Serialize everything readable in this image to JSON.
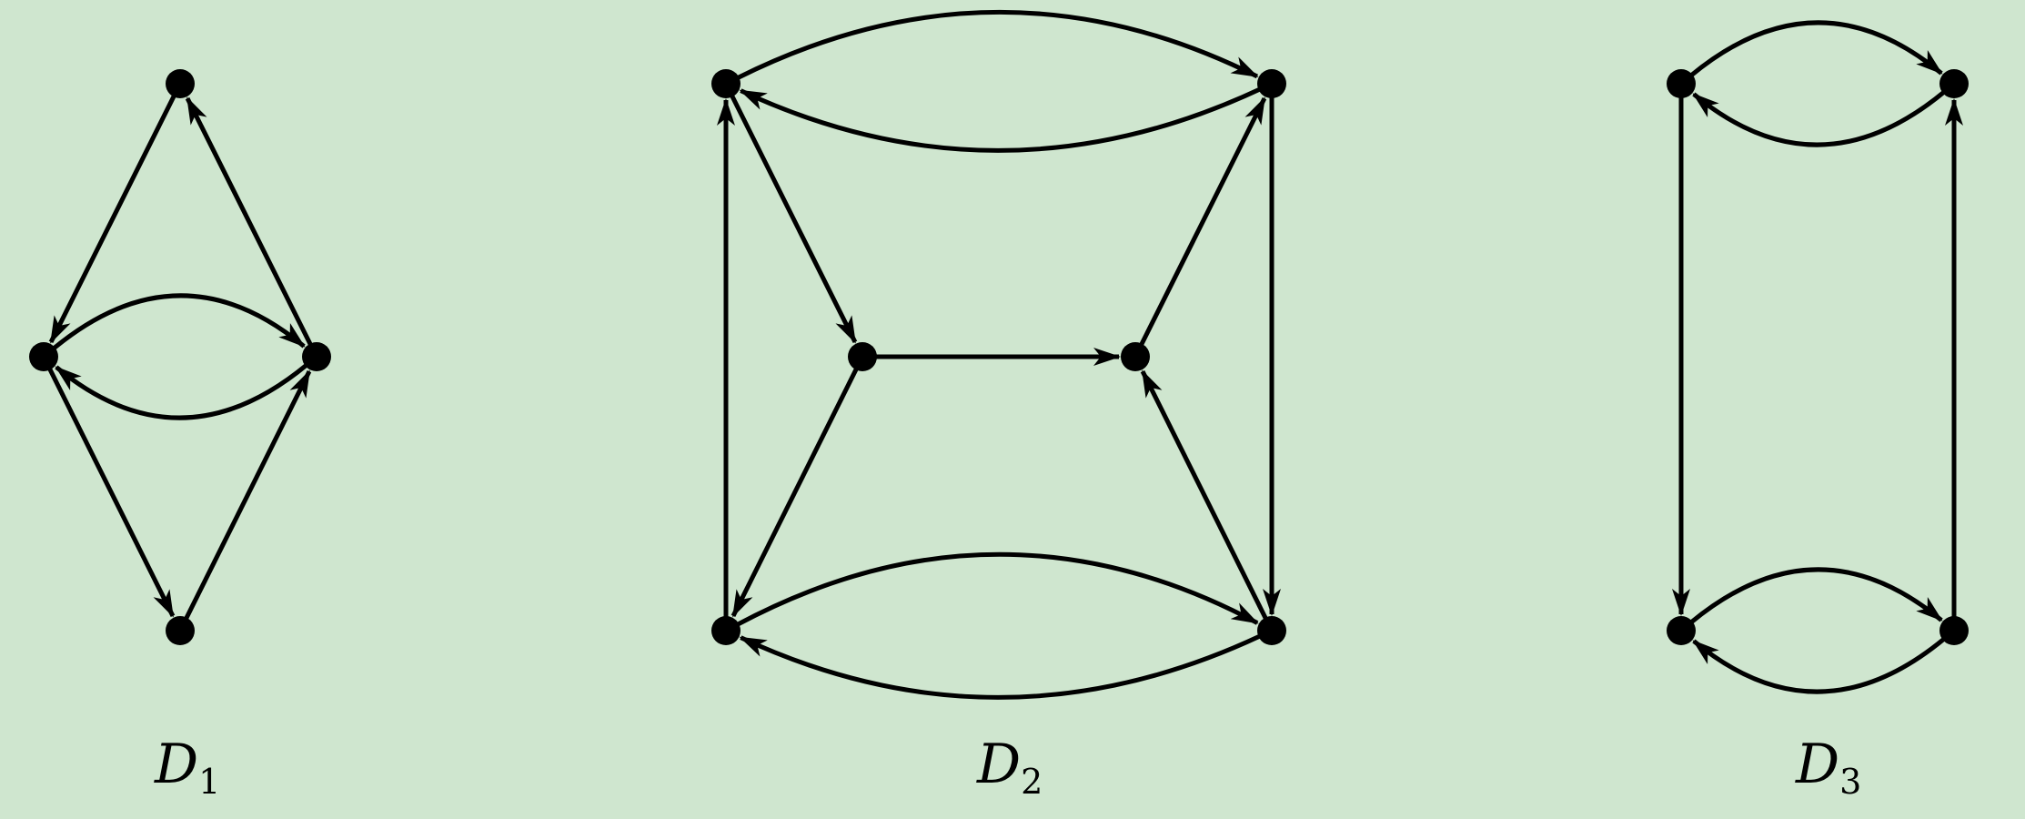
{
  "diagrams": [
    {
      "label": "D",
      "subscript": "1",
      "nodes": [
        "top",
        "left",
        "right",
        "bottom"
      ],
      "edges": [
        {
          "from": "top",
          "to": "left"
        },
        {
          "from": "right",
          "to": "top"
        },
        {
          "from": "left",
          "to": "right"
        },
        {
          "from": "right",
          "to": "left"
        },
        {
          "from": "left",
          "to": "bottom"
        },
        {
          "from": "bottom",
          "to": "right"
        }
      ]
    },
    {
      "label": "D",
      "subscript": "2",
      "nodes": [
        "top-left",
        "top-right",
        "mid-left",
        "mid-right",
        "bottom-left",
        "bottom-right"
      ],
      "edges": [
        {
          "from": "top-left",
          "to": "top-right"
        },
        {
          "from": "top-right",
          "to": "top-left"
        },
        {
          "from": "bottom-left",
          "to": "top-left"
        },
        {
          "from": "top-left",
          "to": "mid-left"
        },
        {
          "from": "mid-left",
          "to": "mid-right"
        },
        {
          "from": "mid-right",
          "to": "top-right"
        },
        {
          "from": "top-right",
          "to": "bottom-right"
        },
        {
          "from": "mid-left",
          "to": "bottom-left"
        },
        {
          "from": "bottom-right",
          "to": "mid-right"
        },
        {
          "from": "bottom-left",
          "to": "bottom-right"
        },
        {
          "from": "bottom-right",
          "to": "bottom-left"
        }
      ]
    },
    {
      "label": "D",
      "subscript": "3",
      "nodes": [
        "top-left",
        "top-right",
        "bottom-left",
        "bottom-right"
      ],
      "edges": [
        {
          "from": "top-left",
          "to": "top-right"
        },
        {
          "from": "top-right",
          "to": "top-left"
        },
        {
          "from": "top-left",
          "to": "bottom-left"
        },
        {
          "from": "bottom-right",
          "to": "top-right"
        },
        {
          "from": "bottom-left",
          "to": "bottom-right"
        },
        {
          "from": "bottom-right",
          "to": "bottom-left"
        }
      ]
    }
  ]
}
